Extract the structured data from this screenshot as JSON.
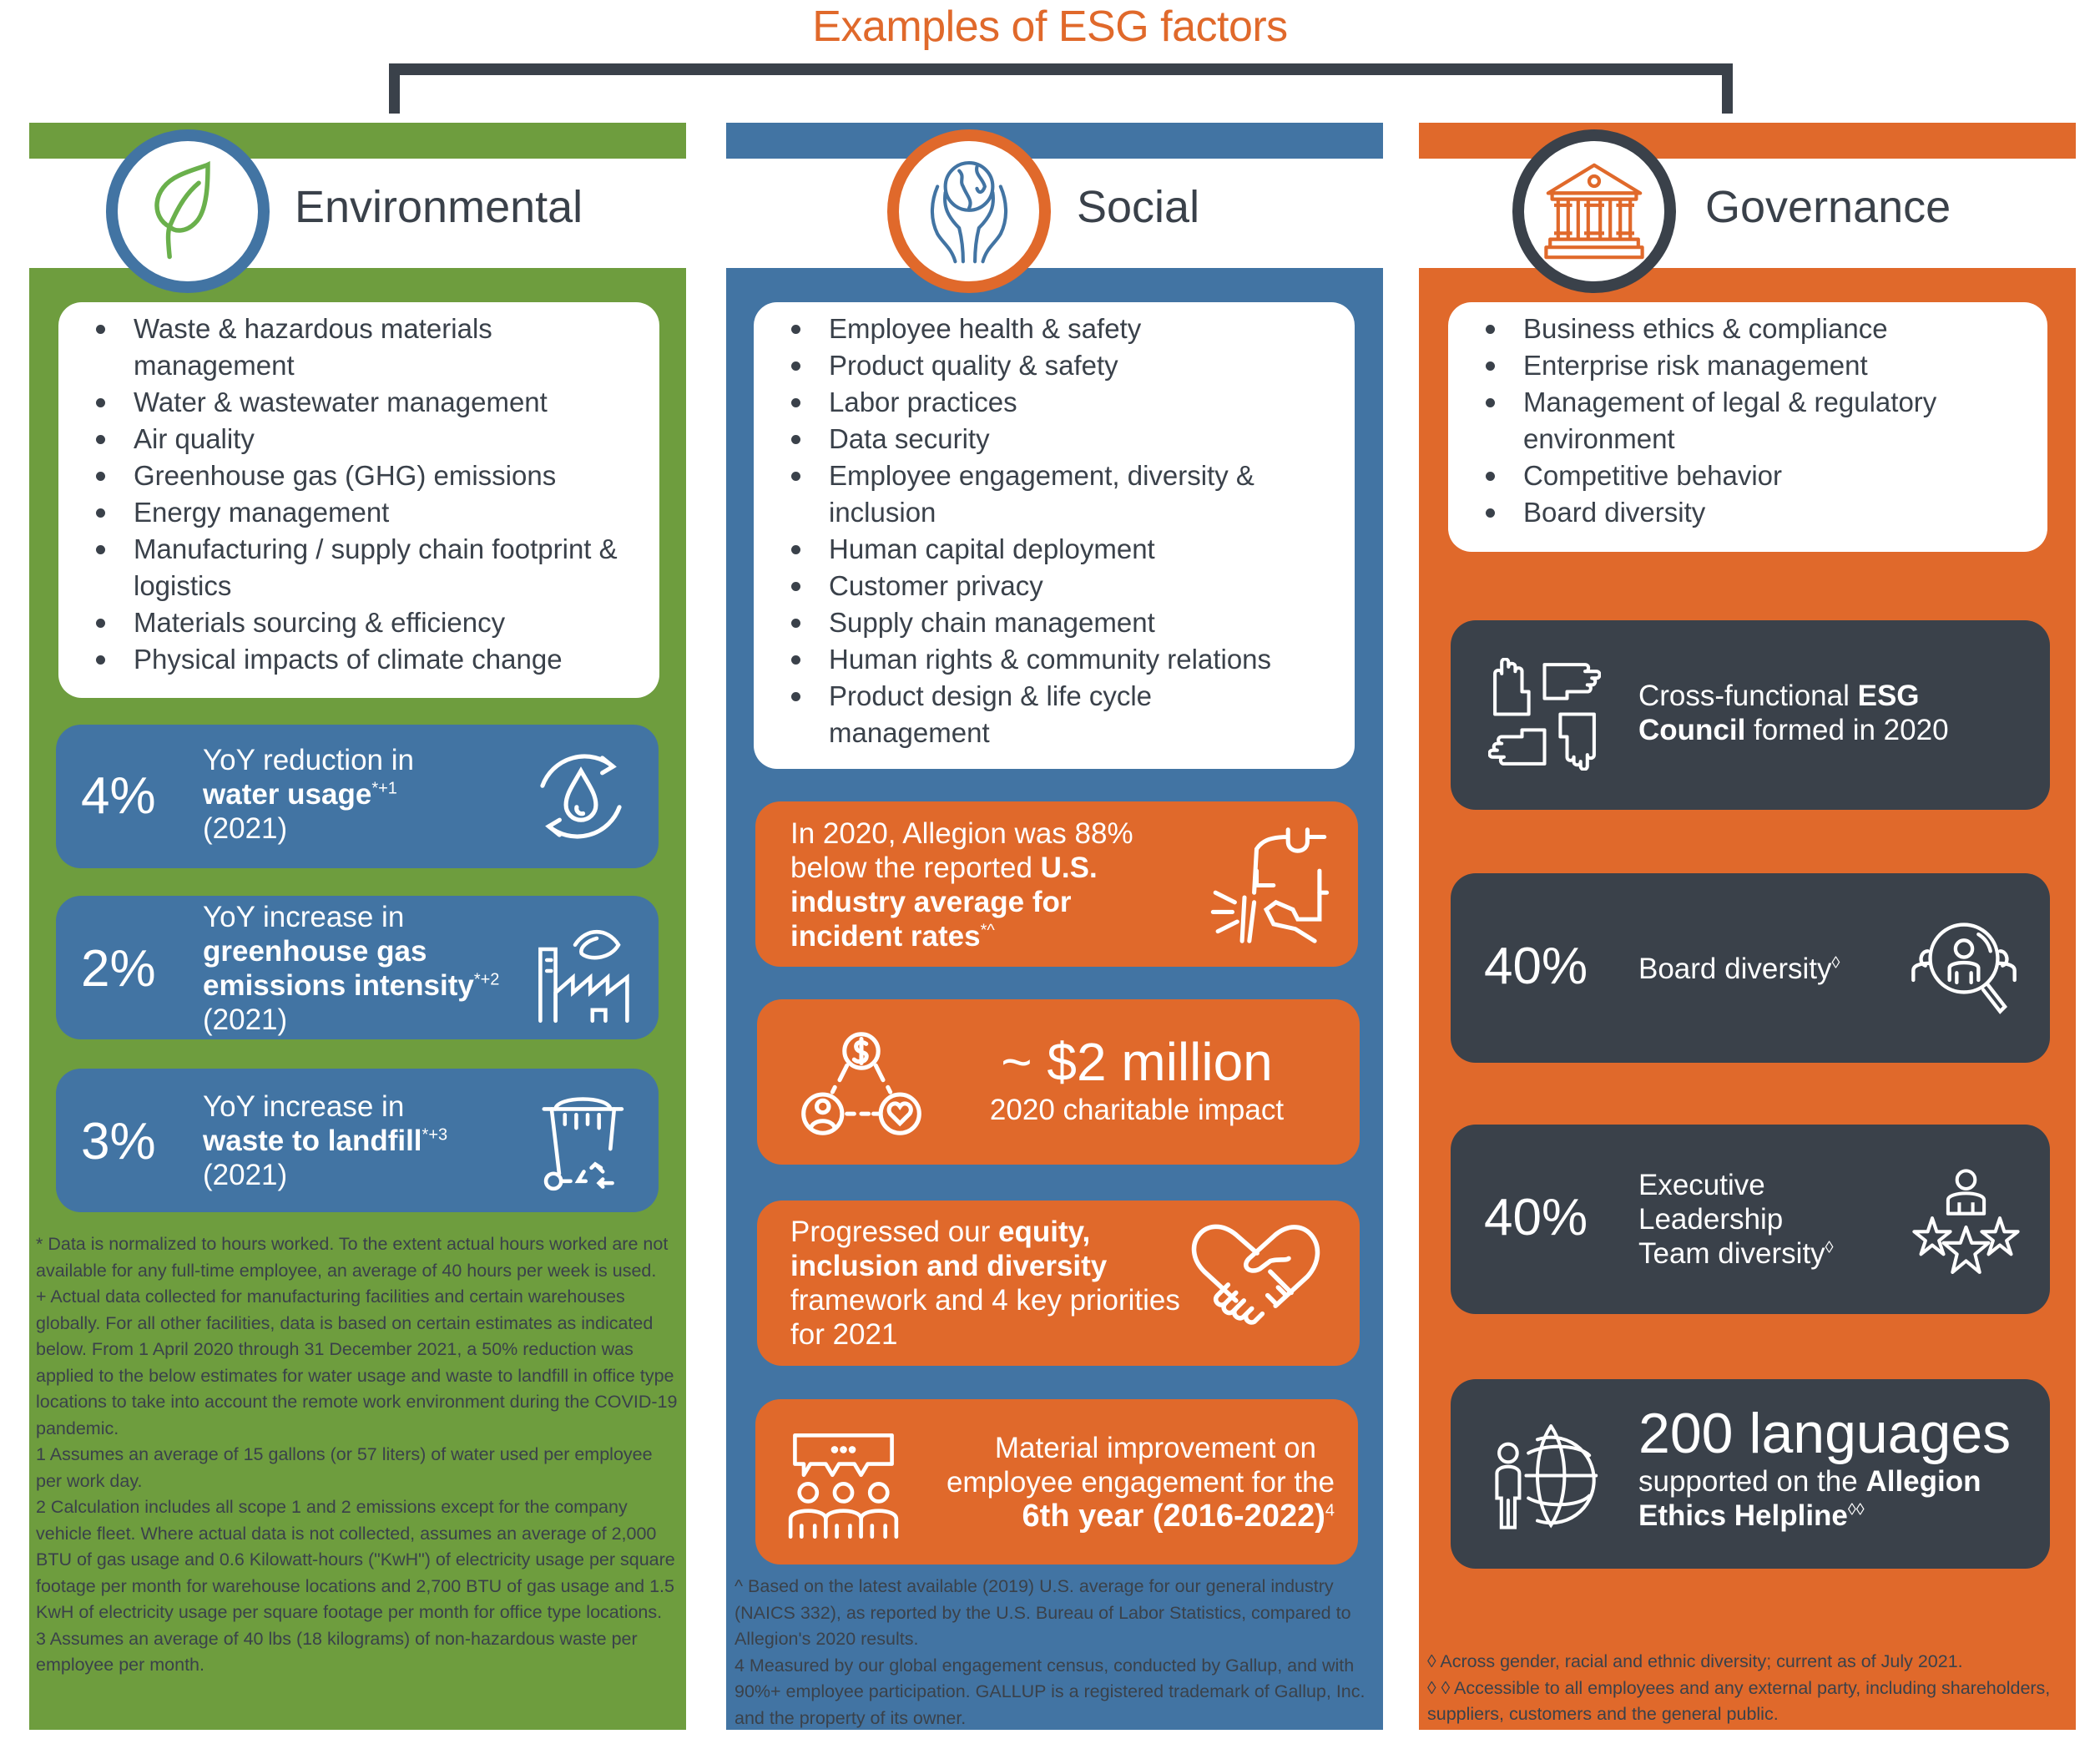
{
  "title": "Examples of ESG factors",
  "colors": {
    "environmental": "#6e9d3e",
    "social": "#4274a3",
    "governance": "#e0692b",
    "dark": "#3a414a",
    "title": "#e0692b"
  },
  "environmental": {
    "heading": "Environmental",
    "icon": "leaf-icon",
    "items": [
      "Waste & hazardous materials management",
      "Water & wastewater management",
      "Air quality",
      "Greenhouse gas (GHG) emissions",
      "Energy management",
      "Manufacturing / supply chain footprint & logistics",
      "Materials sourcing & efficiency",
      "Physical impacts of climate change"
    ],
    "stats": [
      {
        "value": "4%",
        "line1": "YoY reduction in",
        "bold": "water usage",
        "sup": "*+1",
        "year": "(2021)",
        "icon": "water-recycle-icon"
      },
      {
        "value": "2%",
        "line1": "YoY increase in",
        "bold1": "greenhouse gas",
        "bold2": "emissions intensity",
        "sup": "*+2",
        "year": "(2021)",
        "icon": "factory-leaf-icon"
      },
      {
        "value": "3%",
        "line1": "YoY increase in",
        "bold": "waste to landfill",
        "sup": "*+3",
        "year": "(2021)",
        "icon": "recycle-bin-icon"
      }
    ],
    "footnotes": [
      "* Data is normalized to hours worked. To the extent actual hours worked are not available for any full-time employee, an average of 40 hours per week is used.",
      "+ Actual data collected for manufacturing facilities and certain warehouses globally. For all other facilities, data is based on certain estimates as indicated below. From 1 April 2020 through 31 December 2021, a 50% reduction was applied to the below estimates for water usage and waste to landfill in office type locations to take into account the remote work environment during the COVID-19 pandemic.",
      "1 Assumes an average of 15 gallons (or 57 liters) of water used per employee per work day.",
      "2 Calculation includes all scope 1 and 2 emissions except for the company vehicle fleet. Where actual data is not collected, assumes an average of 2,000 BTU of gas usage and 0.6 Kilowatt-hours (\"KwH\") of electricity usage per square footage per month for warehouse locations and 2,700 BTU of gas usage and 1.5 KwH of electricity usage per square footage per month for office type locations.",
      "3 Assumes an average of 40 lbs (18 kilograms) of non-hazardous waste per employee per month."
    ]
  },
  "social": {
    "heading": "Social",
    "icon": "hands-globe-icon",
    "items": [
      "Employee health & safety",
      "Product quality & safety",
      "Labor practices",
      "Data security",
      "Employee engagement, diversity & inclusion",
      "Human capital deployment",
      "Customer privacy",
      "Supply chain management",
      "Human rights & community relations",
      "Product design & life cycle management"
    ],
    "stats": [
      {
        "pre": "In 2020, Allegion was 88% below the reported ",
        "bold": "U.S. industry average for incident rates",
        "sup": "*^",
        "icon": "safety-handshake-icon"
      },
      {
        "value": "~ $2 million",
        "sub": "2020 charitable impact",
        "icon": "charity-network-icon"
      },
      {
        "pre": "Progressed our ",
        "bold": "equity, inclusion and diversity",
        "post": " framework and 4 key priorities for 2021",
        "icon": "heart-handshake-icon"
      },
      {
        "line1": "Material improvement on",
        "line2": "employee engagement for the",
        "bold": "6th year  (2016-2022)",
        "sup": "4",
        "icon": "team-chat-icon"
      }
    ],
    "footnotes": [
      "^ Based on the latest available (2019) U.S. average for our general industry (NAICS 332), as reported by the U.S. Bureau of Labor Statistics, compared to Allegion's 2020 results.",
      "4 Measured by our global engagement census, conducted by Gallup, and with 90%+ employee participation. GALLUP is a registered trademark of Gallup, Inc. and the property of its owner."
    ]
  },
  "governance": {
    "heading": "Governance",
    "icon": "courthouse-icon",
    "items": [
      "Business ethics & compliance",
      "Enterprise risk management",
      "Management of legal & regulatory environment",
      "Competitive behavior",
      "Board diversity"
    ],
    "stats": [
      {
        "pre": "Cross-functional ",
        "bold1": "ESG",
        "bold2": "Council",
        "post": " formed in 2020",
        "icon": "four-hands-icon"
      },
      {
        "value": "40%",
        "label": "Board diversity",
        "sup": "◊",
        "icon": "people-search-icon"
      },
      {
        "value": "40%",
        "line1": "Executive",
        "line2": "Leadership",
        "line3": "Team diversity",
        "sup": "◊",
        "icon": "person-stars-icon"
      },
      {
        "value": "200 languages",
        "pre": "supported on the ",
        "bold1": "Allegion",
        "bold2": "Ethics Helpline",
        "sup": "◊◊",
        "icon": "person-globe-icon"
      }
    ],
    "footnotes": [
      "◊ Across gender, racial and ethnic diversity; current as of July 2021.",
      "◊ ◊ Accessible to all employees and any external party, including shareholders, suppliers, customers and the general public."
    ]
  }
}
